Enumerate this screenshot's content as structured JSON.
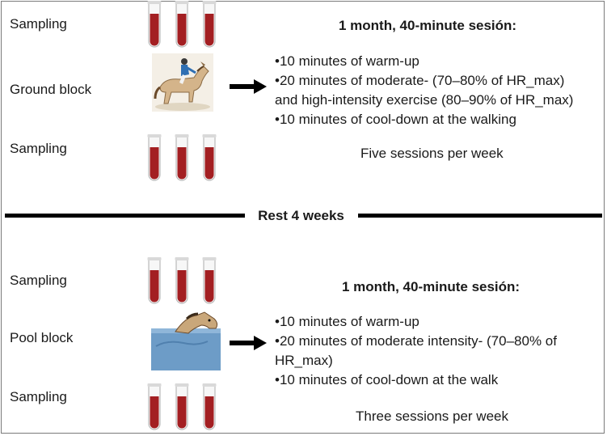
{
  "colors": {
    "blood": "#a31f22",
    "tube_outline": "#b9b9b9",
    "water": "#6d9cc7",
    "horse": "#d4b48a",
    "divider": "#000000"
  },
  "ground": {
    "sampling_top": "Sampling",
    "block_label": "Ground block",
    "sampling_bottom": "Sampling",
    "heading": "1 month, 40-minute sesión:",
    "steps": [
      "•10 minutes of warm-up",
      "•20 minutes of moderate- (70–80% of HR_max)",
      "and high-intensity exercise (80–90% of HR_max)",
      "•10 minutes of cool-down at the walking"
    ],
    "frequency": "Five sessions per week"
  },
  "rest_label": "Rest 4 weeks",
  "pool": {
    "sampling_top": "Sampling",
    "block_label": "Pool block",
    "sampling_bottom": "Sampling",
    "heading": "1 month, 40-minute sesión:",
    "steps": [
      "•10 minutes of warm-up",
      "•20 minutes of moderate intensity- (70–80% of",
      "HR_max)",
      "•10 minutes of cool-down at the walk"
    ],
    "frequency": "Three sessions per week"
  },
  "icons": {
    "tubes": "blood-sample-tubes-icon",
    "rider": "horse-with-rider-icon",
    "swimming": "swimming-horse-icon",
    "arrow": "right-arrow-icon"
  }
}
